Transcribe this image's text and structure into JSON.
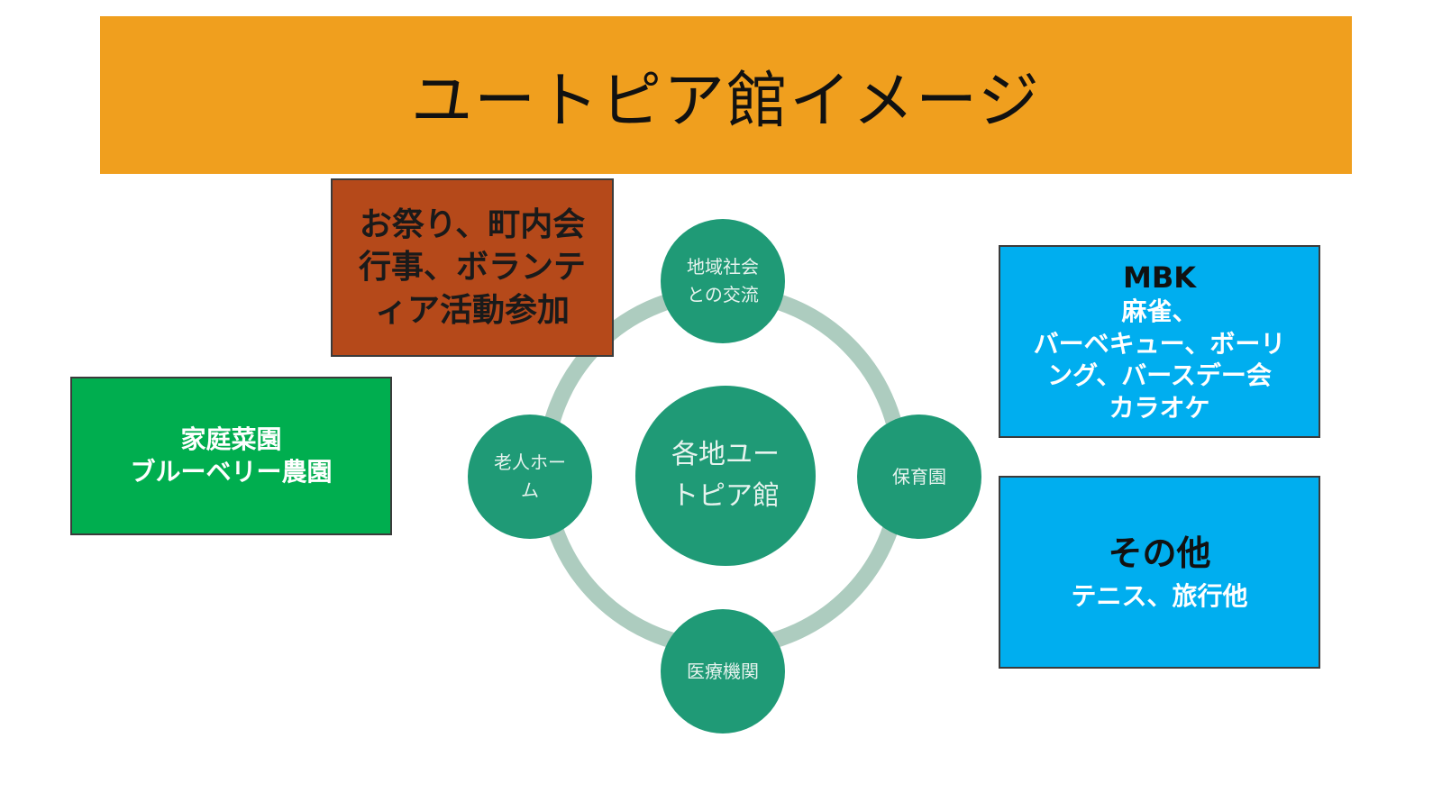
{
  "title": "ユートピア館イメージ",
  "colors": {
    "title_bar": "#f09f1e",
    "ring": "#adccbf",
    "node": "#1f9a76",
    "box_orange": "#b5491a",
    "box_green": "#00ae4f",
    "box_blue": "#00aeef"
  },
  "cycle": {
    "center": {
      "lines": [
        "各地ユー",
        "トピア館"
      ]
    },
    "nodes": {
      "top": {
        "lines": [
          "地域社会",
          "との交流"
        ]
      },
      "right": {
        "lines": [
          "保育園"
        ]
      },
      "bottom": {
        "lines": [
          "医療機関"
        ]
      },
      "left": {
        "lines": [
          "老人ホー",
          "ム"
        ]
      }
    }
  },
  "boxes": {
    "community": {
      "lines": [
        "お祭り、町内会",
        "行事、ボランテ",
        "ィア活動参加"
      ]
    },
    "garden": {
      "lines": [
        "家庭菜園",
        "ブルーベリー農園"
      ]
    },
    "mbk": {
      "heading": "MBK",
      "lines": [
        "麻雀、",
        "バーベキュー、ボーリ",
        "ング、バースデー会",
        "カラオケ"
      ]
    },
    "other": {
      "heading": "その他",
      "lines": [
        "テニス、旅行他"
      ]
    }
  }
}
